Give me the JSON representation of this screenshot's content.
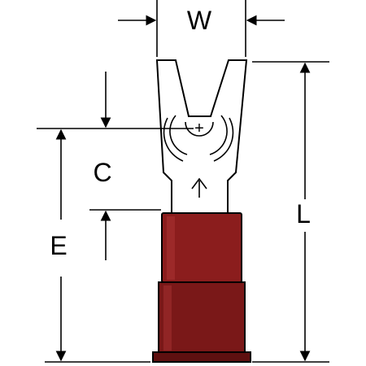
{
  "dimensions": {
    "width_label": "W",
    "length_label": "L",
    "c_label": "C",
    "e_label": "E"
  },
  "center_mark": "+",
  "colors": {
    "insulation_main": "#8b1d1d",
    "insulation_dark": "#5e1010",
    "insulation_light": "#a83232",
    "line": "#000000"
  }
}
